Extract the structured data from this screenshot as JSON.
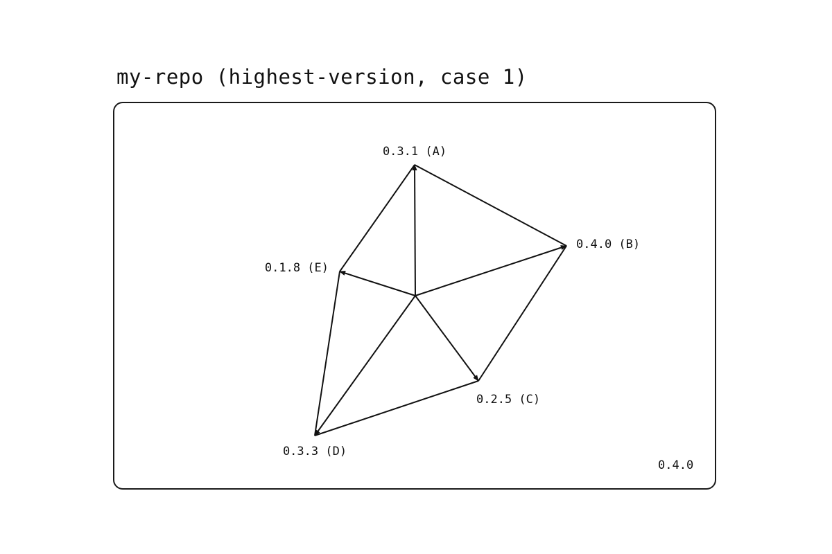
{
  "diagram": {
    "title": "my-repo (highest-version, case 1)",
    "result_version": "0.4.0",
    "nodes": [
      {
        "id": "A",
        "label": "0.3.1 (A)"
      },
      {
        "id": "B",
        "label": "0.4.0 (B)"
      },
      {
        "id": "C",
        "label": "0.2.5 (C)"
      },
      {
        "id": "D",
        "label": "0.3.3 (D)"
      },
      {
        "id": "E",
        "label": "0.1.8 (E)"
      }
    ],
    "edges": [
      {
        "from": "A",
        "to": "B"
      },
      {
        "from": "B",
        "to": "C"
      },
      {
        "from": "C",
        "to": "D"
      },
      {
        "from": "D",
        "to": "E"
      },
      {
        "from": "E",
        "to": "A"
      }
    ],
    "arrows_from_center": [
      "A",
      "B",
      "C",
      "D",
      "E"
    ],
    "colors": {
      "stroke": "#111111",
      "background": "#ffffff"
    }
  }
}
